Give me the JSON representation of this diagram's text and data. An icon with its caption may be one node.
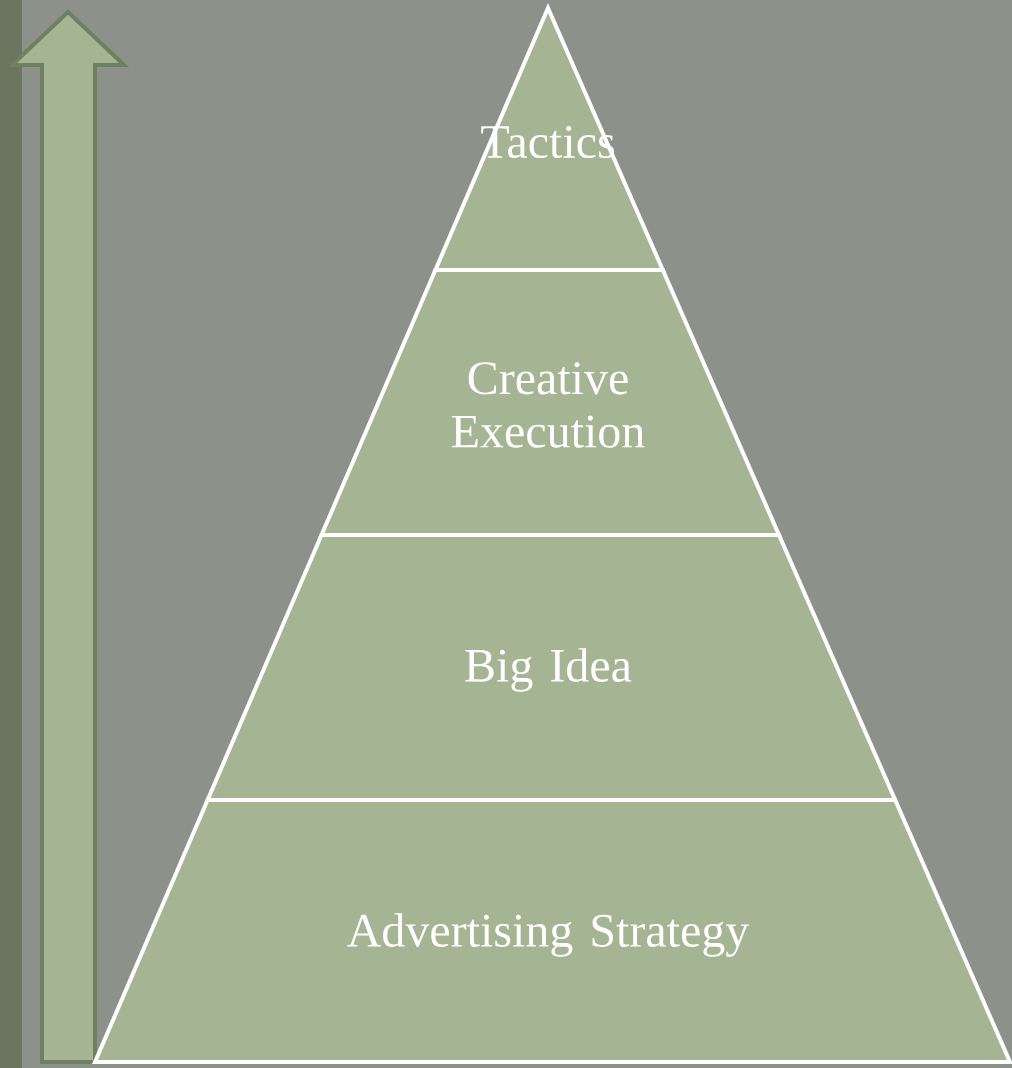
{
  "diagram": {
    "nodes": [
      {
        "text": [
          "Tactics"
        ]
      },
      {
        "text": [
          "Creative Execution"
        ]
      },
      {
        "text": [
          "Big Idea"
        ]
      },
      {
        "text": [
          "Advertising Strategy"
        ]
      }
    ]
  }
}
